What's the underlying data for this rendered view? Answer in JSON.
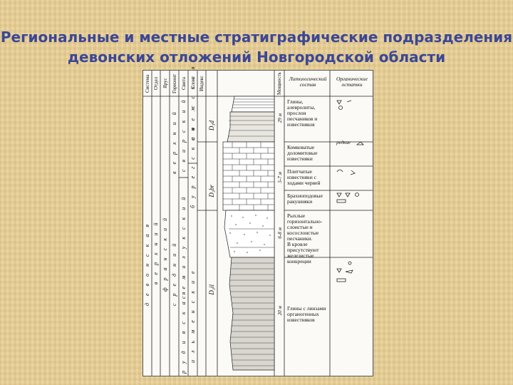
{
  "slide": {
    "title_line1": "Региональные и местные стратиграфические подразделения",
    "title_line2": "девонских отложений Новгородской области",
    "title_color": "#3b4796"
  },
  "figure": {
    "headers": {
      "system": "Система",
      "department": "Отдел",
      "stage": "Ярус",
      "horizon": "Горизонт",
      "suite": "Свита",
      "member": "Слои",
      "index": "Индекс",
      "thickness": "Мощность",
      "lithology": "Литологический состав",
      "fossils": "Органические остатки"
    },
    "units": {
      "system": "д е в о н с к а я",
      "department": "в е р х н и й",
      "stage": "ф р а н с к и й",
      "horizon_upper": "в е р х н и й",
      "horizon_middle": "с р е д н и й",
      "suite_upper": "с в и р с к и й",
      "suite_middle": "с е м и л у к с к и й",
      "suite_lower": "р у д и я с к а я",
      "member_1": "с н е ж с к а я",
      "member_2": "б у р е г с к а я",
      "member_3": "и л ь м е н с к и е",
      "index_1": "D₃d",
      "index_2": "D₃br",
      "index_3": "D₃il"
    },
    "thickness": [
      "29 м",
      "5-7 м",
      "6-8 м",
      "20 м"
    ],
    "descriptions": [
      "Глины,\nалевролиты,\nпрослои\nпесчаников и\nизвестняков",
      "Комковатые\nдоломитовые\nизвестняки",
      "Плитчатые\nизвестняки с\nходами червей",
      "Брахиоподовые\nракушняки",
      "Рыхлые\nгоризонтально-\nслоистые и\nкосослоистые\nпесчаники.\nВ кровле\nприсутствуют\nжелезистые\nконкреции",
      "Глины с линзами\nорганогенных\nизвестняков"
    ],
    "fossil_note": "редкие",
    "colors": {
      "line": "#222222",
      "paper": "#fbfaf6"
    }
  }
}
